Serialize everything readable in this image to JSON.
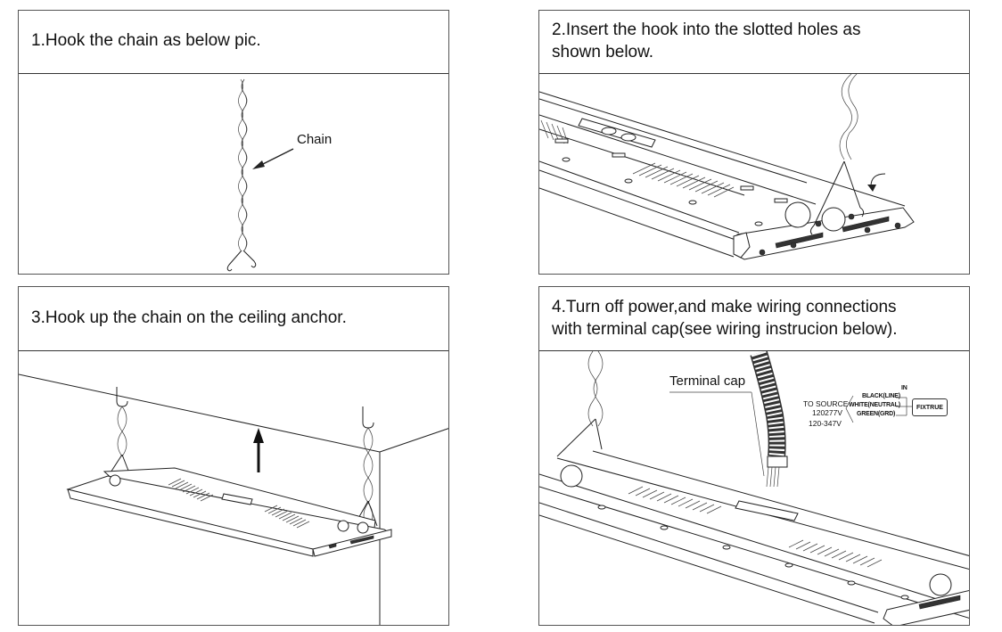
{
  "steps": [
    {
      "number": "1",
      "title": "1.Hook the chain as below pic.",
      "callouts": [
        {
          "label": "Chain"
        }
      ]
    },
    {
      "number": "2",
      "title": "2.Insert the hook into the slotted holes as\n  shown below.",
      "callouts": []
    },
    {
      "number": "3",
      "title": "3.Hook up the chain on the ceiling anchor.",
      "callouts": []
    },
    {
      "number": "4",
      "title": "4.Turn off power,and make wiring connections\n   with terminal cap(see wiring instrucion below).",
      "callouts": [
        {
          "label": "Terminal cap"
        }
      ]
    }
  ],
  "wiring": {
    "in_label": "IN",
    "source_label": "TO SOURCE",
    "voltage_1": "120277V",
    "voltage_2": "120-347V",
    "wires": [
      "BLACK(LINE)",
      "WHITE(NEUTRAL)",
      "GREEN(GRD)"
    ],
    "fixture_label": "FIXTRUE"
  }
}
